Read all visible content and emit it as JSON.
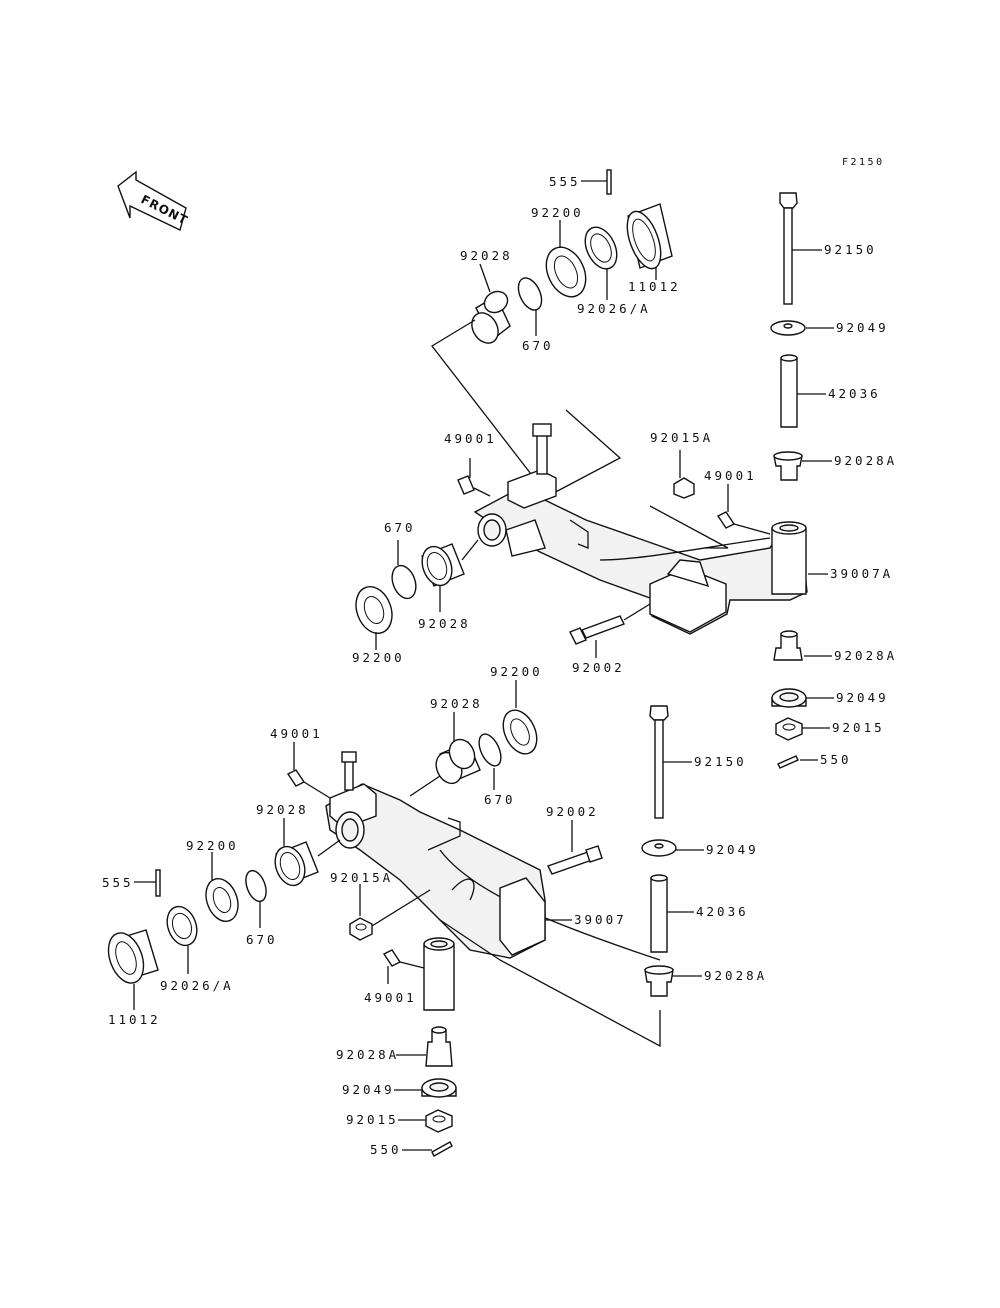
{
  "figure_code": "F2150",
  "front_label": "FRONT",
  "labels": {
    "upper_555": "555",
    "upper_92200_top": "92200",
    "upper_92028_top": "92028",
    "upper_670_top": "670",
    "upper_92026a": "92026/A",
    "upper_11012": "11012",
    "r_92150": "92150",
    "r_92049": "92049",
    "r_42036": "42036",
    "r_92028a": "92028A",
    "upper_49001_left": "49001",
    "upper_92015a": "92015A",
    "upper_49001_right": "49001",
    "upper_670_mid": "670",
    "upper_92028_mid": "92028",
    "upper_92200_mid": "92200",
    "upper_39007a": "39007A",
    "upper_92002": "92002",
    "r_92028a_lower": "92028A",
    "r_92049_lower": "92049",
    "r_92015": "92015",
    "r_550": "550",
    "lower_92200_top": "92200",
    "lower_92028_top": "92028",
    "lower_670_top": "670",
    "lower_49001_top": "49001",
    "lower_92028_left": "92028",
    "lower_92200_left": "92200",
    "lower_555": "555",
    "lower_670_left": "670",
    "lower_11012": "11012",
    "lower_92026a": "92026/A",
    "lower_92002": "92002",
    "lower_92015a": "92015A",
    "lower_39007": "39007",
    "lower_49001_bottom": "49001",
    "lr_92150": "92150",
    "lr_92049": "92049",
    "lr_42036": "42036",
    "lr_92028a": "92028A",
    "b_92028a": "92028A",
    "b_92049": "92049",
    "b_92015": "92015",
    "b_550": "550"
  }
}
